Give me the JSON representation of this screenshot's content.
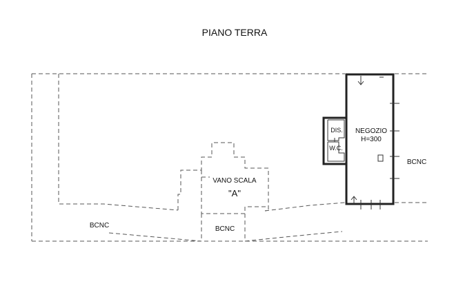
{
  "title": "PIANO TERRA",
  "labels": {
    "bcnc_left": "BCNC",
    "bcnc_center": "BCNC",
    "bcnc_right": "BCNC",
    "vano_scala": "VANO SCALA",
    "vano_scala_id": "\"A\"",
    "dis": "DIS.",
    "wc": "W.C.",
    "negozio": "NEGOZIO",
    "height": "H=300"
  }
}
